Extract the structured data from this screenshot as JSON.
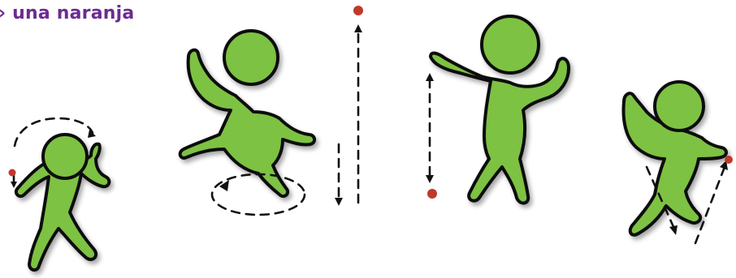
{
  "caption": {
    "text": "› una naranja"
  },
  "colors": {
    "figure_fill": "#7dc242",
    "outline": "#111111",
    "marker": "#c0392b",
    "caption": "#6b2c91",
    "shadow": "#cfcfcf"
  },
  "figures": [
    {
      "name": "figure-spinning",
      "marker_icon": "red-dot",
      "motion": "circular-dashed-arrow"
    },
    {
      "name": "figure-leaping",
      "marker_icon": "red-dot",
      "motion": "vertical-dashed-arrows-and-ground-ellipse"
    },
    {
      "name": "figure-arms-raised",
      "marker_icon": "red-dot",
      "motion": "vertical-dashed-double-arrow"
    },
    {
      "name": "figure-stepping",
      "marker_icon": "red-dot",
      "motion": "diagonal-dashed-arrows"
    }
  ]
}
